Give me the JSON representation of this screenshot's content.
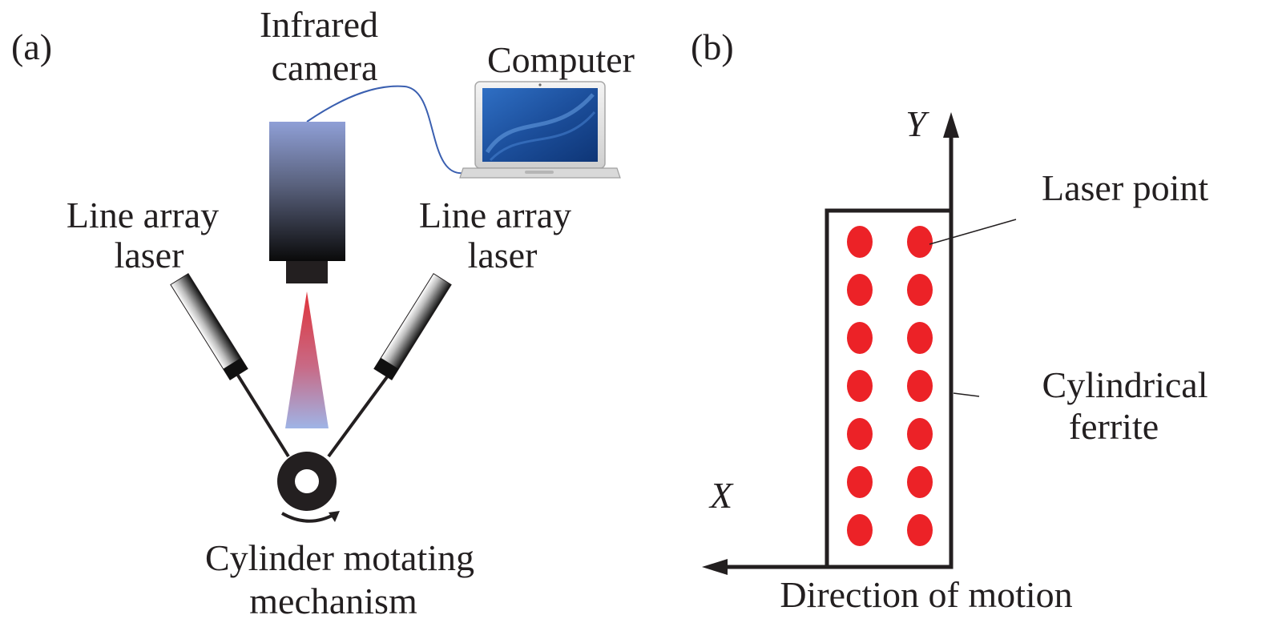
{
  "panel_a": {
    "tag": "(a)",
    "camera_label": [
      "Infrared",
      "camera"
    ],
    "computer_label": "Computer",
    "left_laser_label": [
      "Line array",
      "laser"
    ],
    "right_laser_label": [
      "Line array",
      "laser"
    ],
    "mechanism_label": [
      "Cylinder motating",
      "mechanism"
    ]
  },
  "panel_b": {
    "tag": "(b)",
    "y_axis_label": "Y",
    "x_axis_label": "X",
    "laser_point_label": "Laser point",
    "ferrite_label": [
      "Cylindrical",
      "ferrite"
    ],
    "motion_label": "Direction of motion",
    "laser_point_columns": 2,
    "laser_point_rows": 7
  },
  "colors": {
    "ink": "#231f20",
    "laser_point": "#ec2227",
    "cable": "#3a5fb0",
    "ir_beam_top": "#e0333a",
    "ir_beam_bottom": "#9fb4e6",
    "camera_top": "#8f9fd6",
    "camera_bottom": "#0a0a0a"
  },
  "icons": {
    "camera": "infrared-camera-icon",
    "computer": "laptop-icon",
    "laser": "line-laser-icon",
    "rotation": "rotation-arrow-icon"
  }
}
